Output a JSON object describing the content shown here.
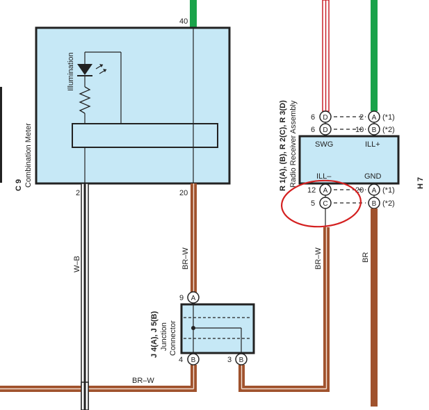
{
  "combination_meter": {
    "code": "C 9",
    "name": "Combination Meter",
    "illumination_label": "Illumination",
    "pin_top": "40",
    "pin_left": "2",
    "pin_right": "20"
  },
  "radio_receiver": {
    "code": "R 1(A), (B), R 2(C), R 3(D)",
    "name": "Radio Receiver Assembly",
    "term_swg": "SWG",
    "term_ill_plus": "ILL+",
    "term_ill_minus": "ILL–",
    "term_gnd": "GND",
    "row1_pin_left": "6",
    "row1_letter_left": "D",
    "row1_pin_right": "2",
    "row1_letter_right": "A",
    "row1_note": "(*1)",
    "row2_pin_left": "6",
    "row2_letter_left": "D",
    "row2_pin_right": "10",
    "row2_letter_right": "B",
    "row2_note": "(*2)",
    "row3_pin_left": "12",
    "row3_letter_left": "A",
    "row3_pin_right": "20",
    "row3_letter_right": "A",
    "row3_note": "(*1)",
    "row4_pin_left": "5",
    "row4_letter_left": "C",
    "row4_letter_right": "B",
    "row4_note": "(*2)"
  },
  "junction_connector": {
    "code": "J 4(A), J 5(B)",
    "name_line1": "Junction",
    "name_line2": "Connector",
    "pin_top": "9",
    "letter_top": "A",
    "pin_left": "4",
    "letter_left": "B",
    "pin_right": "3",
    "letter_right": "B"
  },
  "wires": {
    "meter_left": "W–B",
    "meter_right": "BR–W",
    "bottom": "BR–W",
    "radio_left": "BR–W",
    "radio_right": "BR"
  },
  "ground_code": "H 7",
  "colors": {
    "box_fill": "#c6e8f6",
    "green_wire": "#1aa34a",
    "brown_wire": "#a0522d",
    "red_wire": "#c8202a",
    "highlight": "#d42020"
  }
}
